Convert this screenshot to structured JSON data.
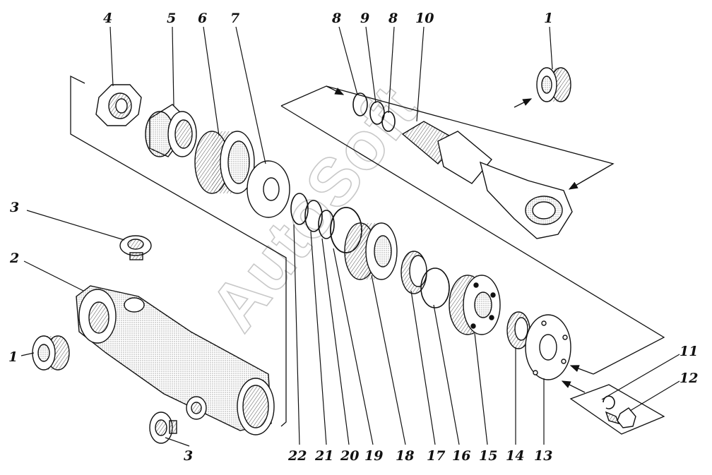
{
  "watermark": "AutoSoft",
  "callouts": {
    "c4": "4",
    "c5": "5",
    "c6": "6",
    "c7": "7",
    "c8a": "8",
    "c9": "9",
    "c8b": "8",
    "c10": "10",
    "c1a": "1",
    "c3a": "3",
    "c2": "2",
    "c1b": "1",
    "c3b": "3",
    "c22": "22",
    "c21": "21",
    "c20": "20",
    "c19": "19",
    "c18": "18",
    "c17": "17",
    "c16": "16",
    "c15": "15",
    "c14": "14",
    "c13": "13",
    "c11": "11",
    "c12": "12"
  }
}
